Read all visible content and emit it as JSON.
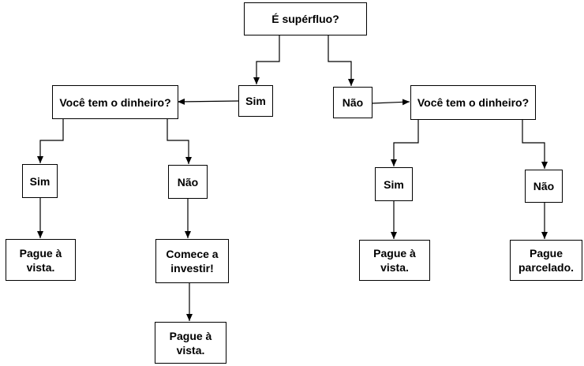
{
  "diagram": {
    "root": {
      "label": "É supérfluo?"
    },
    "left_branch": {
      "answer": "Sim",
      "question": "Você tem o dinheiro?",
      "yes": {
        "answer": "Sim",
        "result": "Pague à\nvista."
      },
      "no": {
        "answer": "Não",
        "action": "Comece a\ninvestir!",
        "result": "Pague à\nvista."
      }
    },
    "right_branch": {
      "answer": "Não",
      "question": "Você tem o dinheiro?",
      "yes": {
        "answer": "Sim",
        "result": "Pague à\nvista."
      },
      "no": {
        "answer": "Não",
        "result": "Pague\nparcelado."
      }
    }
  }
}
